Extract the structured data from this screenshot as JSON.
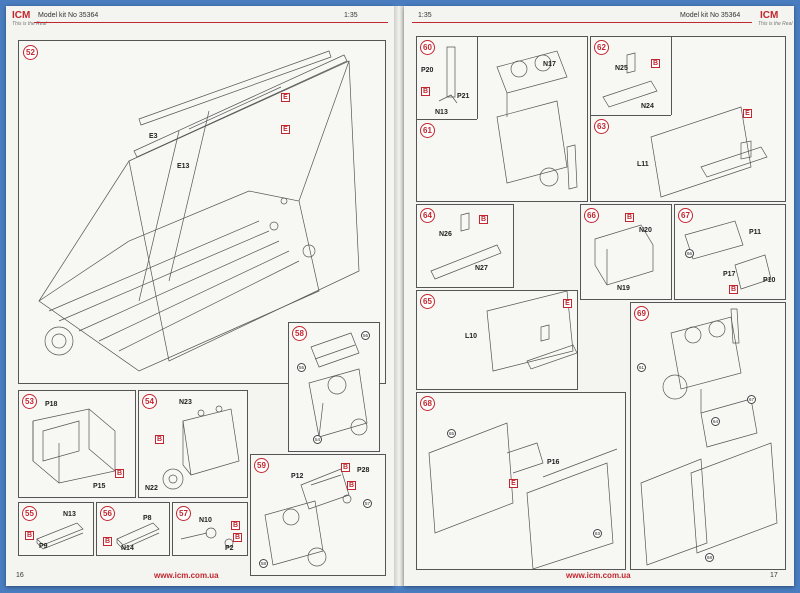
{
  "header": {
    "brand": "ICM",
    "tagline": "This is the Real",
    "model_kit_left": "Model kit No 35364",
    "model_kit_right": "Model kit No 35364",
    "scale_left": "1:35",
    "scale_right": "1:35"
  },
  "footer": {
    "url_left": "www.icm.com.ua",
    "url_right": "www.icm.com.ua",
    "page_left": "16",
    "page_right": "17"
  },
  "sprue": "E",
  "sprue_b": "B",
  "steps": {
    "s52": {
      "num": "52",
      "parts": [
        "E3",
        "E13"
      ]
    },
    "s53": {
      "num": "53",
      "parts": [
        "P18",
        "P15"
      ]
    },
    "s54": {
      "num": "54",
      "parts": [
        "N23",
        "N22"
      ]
    },
    "s55": {
      "num": "55",
      "parts": [
        "N13",
        "P9"
      ]
    },
    "s56": {
      "num": "56",
      "parts": [
        "P8",
        "N14"
      ]
    },
    "s57": {
      "num": "57",
      "parts": [
        "N10",
        "P2"
      ]
    },
    "s58": {
      "num": "58",
      "refs": [
        "56",
        "55",
        "54"
      ]
    },
    "s59": {
      "num": "59",
      "parts": [
        "P12",
        "P28"
      ],
      "refs": [
        "57",
        "58"
      ]
    },
    "s60": {
      "num": "60",
      "parts": [
        "P20",
        "P21",
        "N13"
      ]
    },
    "s61": {
      "num": "61",
      "parts": [
        "N17"
      ]
    },
    "s62": {
      "num": "62",
      "parts": [
        "N25",
        "N24"
      ]
    },
    "s63": {
      "num": "63",
      "parts": [
        "L11"
      ]
    },
    "s64": {
      "num": "64",
      "parts": [
        "N26",
        "N27"
      ]
    },
    "s65": {
      "num": "65",
      "parts": [
        "L10"
      ]
    },
    "s66": {
      "num": "66",
      "parts": [
        "N20",
        "N19"
      ]
    },
    "s67": {
      "num": "67",
      "parts": [
        "P11",
        "P17",
        "P10"
      ],
      "refs": [
        "66"
      ]
    },
    "s68": {
      "num": "68",
      "parts": [
        "P16"
      ],
      "refs": [
        "65",
        "63"
      ]
    },
    "s69": {
      "num": "69",
      "refs": [
        "61",
        "67",
        "64",
        "68"
      ]
    }
  }
}
